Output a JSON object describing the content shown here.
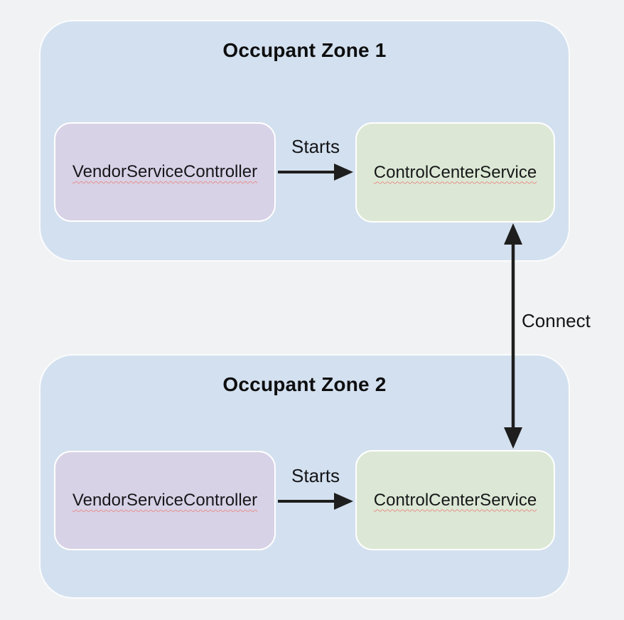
{
  "diagram": {
    "zones": [
      {
        "title": "Occupant Zone 1",
        "controller_label": "VendorServiceController",
        "service_label": "ControlCenterService",
        "starts_label": "Starts"
      },
      {
        "title": "Occupant Zone 2",
        "controller_label": "VendorServiceController",
        "service_label": "ControlCenterService",
        "starts_label": "Starts"
      }
    ],
    "connect_label": "Connect",
    "colors": {
      "background": "#f1f2f4",
      "zone_fill": "#d3e0ef",
      "zone_border": "#fbfcfd",
      "controller_fill": "#d8d2e7",
      "service_fill": "#dce8d5",
      "node_border": "#ffffff",
      "text": "#17181a",
      "arrow": "#1e1e1e",
      "spellcheck_underline": "#e59189"
    }
  }
}
